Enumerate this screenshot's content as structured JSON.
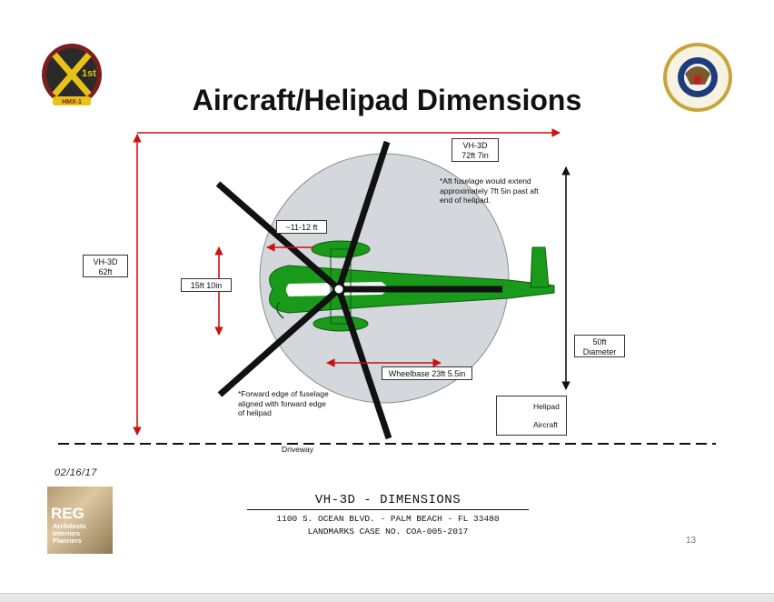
{
  "title": "Aircraft/Helipad Dimensions",
  "labels": {
    "length_box": [
      "VH-3D",
      "72ft 7in"
    ],
    "height_box": [
      "VH-3D",
      "62ft"
    ],
    "tail_box": "15ft 10in",
    "rotor_box": "~11-12 ft",
    "wheelbase_box": "Wheelbase 23ft 5.5in",
    "diameter_box": [
      "50ft",
      "Diameter"
    ]
  },
  "notes": {
    "aft": [
      "*Aft fuselage would extend",
      "approximately 7ft 5in past aft",
      "end of helipad."
    ],
    "forward": [
      "*Forward edge of fuselage",
      "aligned with forward edge",
      "of helipad"
    ]
  },
  "driveway": "Driveway",
  "legend": [
    {
      "label": "Helipad",
      "color": "#000000"
    },
    {
      "label": "Aircraft",
      "color": "#cc1111"
    }
  ],
  "date": "02/16/17",
  "footer": {
    "title": "VH-3D - DIMENSIONS",
    "address": "1100 S. OCEAN BLVD. - PALM BEACH - FL 33480",
    "case": "LANDMARKS CASE NO. COA-005-2017"
  },
  "page_number": "13",
  "logo_reg": {
    "big": "REG",
    "lines": [
      "Architects",
      "Interiors",
      "Planners"
    ]
  },
  "logo_hmx": {
    "text": "1st",
    "banner": "HMX-1"
  },
  "colors": {
    "helipad": "#d4d8dc",
    "aircraft": "#1a9a1a",
    "arrow_red": "#cc1111"
  }
}
